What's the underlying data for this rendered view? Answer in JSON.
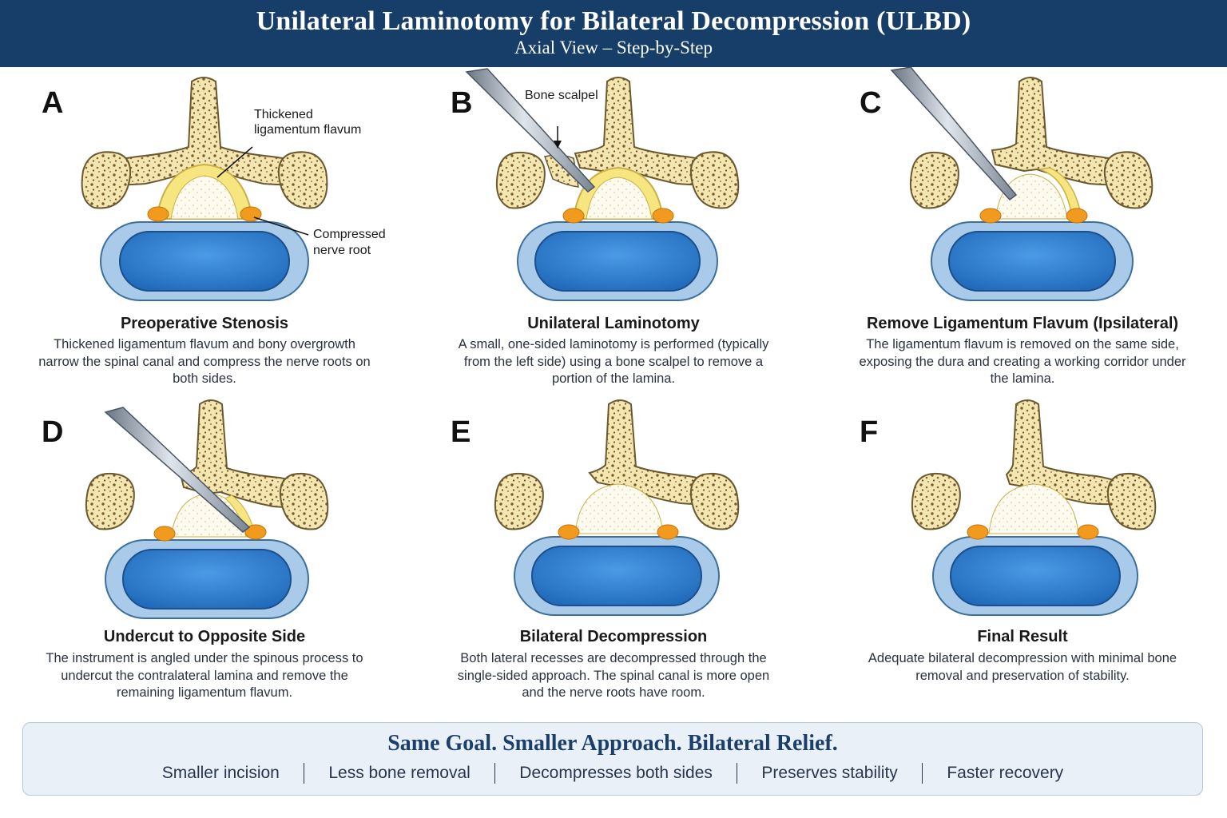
{
  "header": {
    "title": "Unilateral Laminotomy for Bilateral Decompression (ULBD)",
    "subtitle": "Axial View – Step-by-Step"
  },
  "panels": [
    {
      "letter": "A",
      "title": "Preoperative Stenosis",
      "text": "Thickened ligamentum flavum and bony overgrowth narrow the spinal canal and compress the nerve roots on both sides.",
      "labels": {
        "ligamentum_line1": "Thickened",
        "ligamentum_line2": "ligamentum flavum",
        "nerve_line1": "Compressed",
        "nerve_line2": "nerve root"
      }
    },
    {
      "letter": "B",
      "title": "Unilateral Laminotomy",
      "text": "A small, one-sided laminotomy is performed (typically from the left side) using a bone scalpel to remove a portion of the lamina.",
      "labels": {
        "tool": "Bone scalpel"
      }
    },
    {
      "letter": "C",
      "title": "Remove Ligamentum Flavum (Ipsilateral)",
      "text": "The ligamentum flavum is removed on the same side, exposing the dura and creating a working corridor under the lamina."
    },
    {
      "letter": "D",
      "title": "Undercut to Opposite Side",
      "text": "The instrument is angled under the spinous process to undercut the contralateral lamina and remove the remaining ligamentum flavum."
    },
    {
      "letter": "E",
      "title": "Bilateral Decompression",
      "text": "Both lateral recesses are decompressed through the single-sided approach. The spinal canal is more open and the nerve roots have room."
    },
    {
      "letter": "F",
      "title": "Final Result",
      "text": "Adequate bilateral decompression with minimal bone removal and preservation of stability."
    }
  ],
  "footer": {
    "slogan": "Same Goal. Smaller Approach. Bilateral Relief.",
    "items": [
      "Smaller incision",
      "Less bone removal",
      "Decompresses both sides",
      "Preserves stability",
      "Faster recovery"
    ]
  },
  "colors": {
    "header_bg": "#163e68",
    "bone": "#f3e6b0",
    "bone_dots": "#7a5a2a",
    "ligament": "#f7e680",
    "nerve_root": "#f29a1e",
    "disc_outer": "#a9cbe9",
    "disc_inner": "#2e7fd0"
  }
}
